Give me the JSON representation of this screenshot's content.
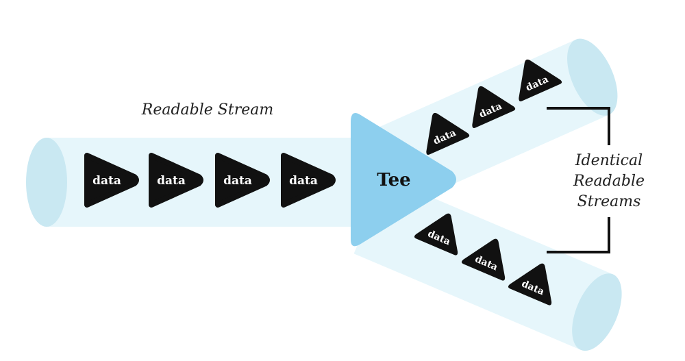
{
  "labels": {
    "readable_stream": "Readable Stream",
    "tee": "Tee",
    "identical_line1": "Identical",
    "identical_line2": "Readable",
    "identical_line3": "Streams"
  },
  "chunk_label": "data",
  "colors": {
    "pipe_fill": "#e6f6fb",
    "pipe_end": "#c9e8f2",
    "tee": "#8dcfee",
    "chunk": "#111111",
    "bracket": "#111111"
  }
}
